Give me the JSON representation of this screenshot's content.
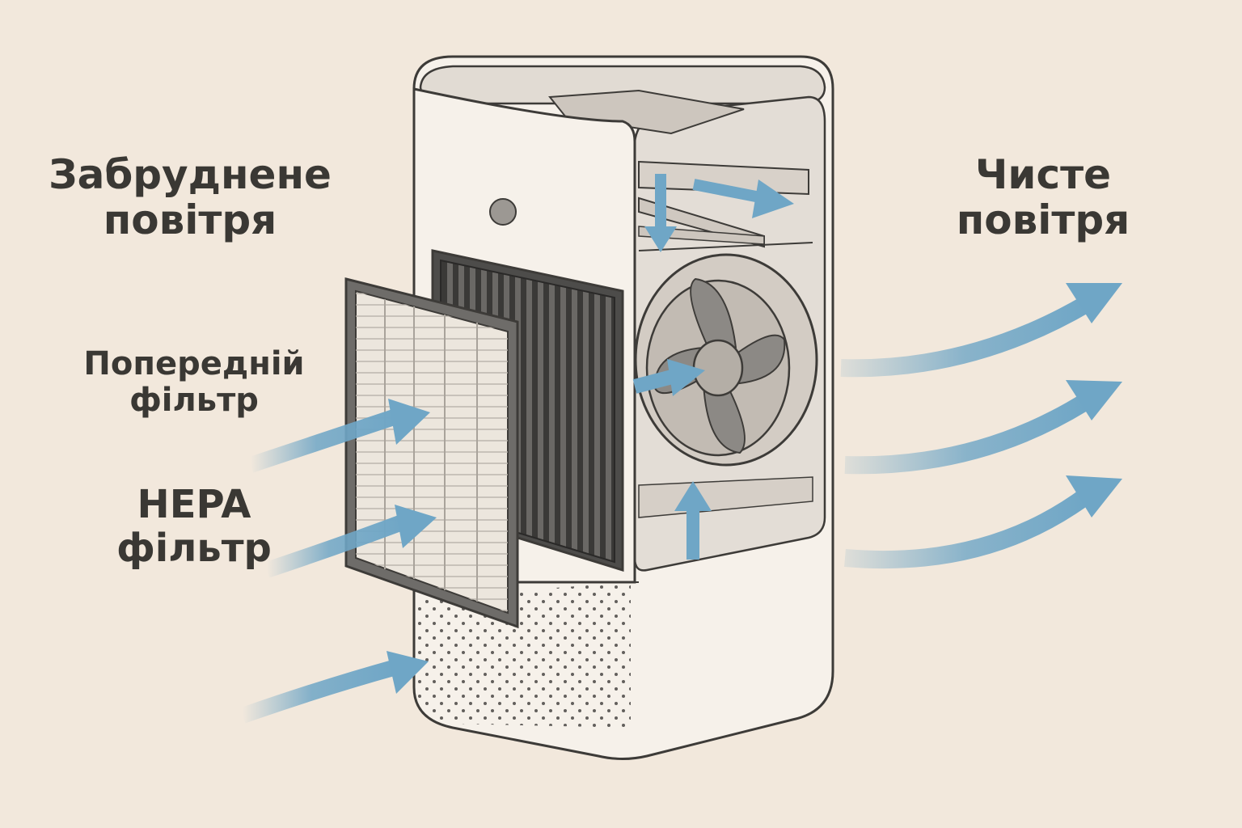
{
  "labels": {
    "dirty_air": [
      "Забруднене",
      "повітря"
    ],
    "clean_air": [
      "Чисте",
      "повітря"
    ],
    "pre_filter": [
      "Попередній",
      "фільтр"
    ],
    "hepa_filter": [
      "HEPA",
      "фільтр"
    ]
  },
  "colors": {
    "background": "#f2e8dc",
    "arrow": "#6fa6c6",
    "outline": "#3d3b38",
    "body": "#f6f1ea",
    "interior": "#e3ddd6",
    "filter_frame": "#6e6c69",
    "carbon_filter": "#4d4c4a",
    "fan": "#8c8985"
  },
  "icons": [
    "arrow-right-icon",
    "fan-icon",
    "sensor-dot-icon"
  ]
}
